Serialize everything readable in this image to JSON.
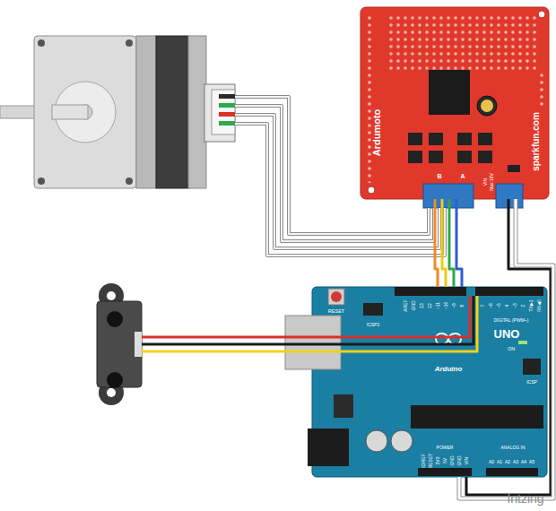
{
  "diagram": {
    "nodes": [
      {
        "text": [
          "Ardumoto",
          "sparkfun.com"
        ]
      },
      {
        "text": [
          "Arduino",
          "UNO"
        ]
      }
    ],
    "edges": [
      {
        "from": 0,
        "to": 1,
        "arrow": "none"
      },
      {
        "from": 0,
        "to": 1,
        "arrow": "none"
      },
      {
        "from": 0,
        "to": 1,
        "arrow": "none"
      },
      {
        "from": 0,
        "to": 1,
        "arrow": "none"
      },
      {
        "from": 0,
        "to": 1,
        "arrow": "none"
      },
      {
        "from": 0,
        "to": 1,
        "arrow": "none"
      }
    ],
    "labels": [
      "RESET",
      "ICSP2",
      "AREF",
      "GND",
      "13",
      "12",
      "~11",
      "~10",
      "~9",
      "8",
      "7",
      "~6",
      "~5",
      "4",
      "~3",
      "2",
      "TX▶1",
      "RX◀0",
      "DIGITAL (PWM~)",
      "ON",
      "ICSP",
      "POWER",
      "ANALOG IN",
      "IOREF",
      "RESET",
      "3V3",
      "5V",
      "GND",
      "GND",
      "VIN",
      "A0",
      "A1",
      "A2",
      "A3",
      "A4",
      "A5",
      "B",
      "A",
      "VIN",
      "Max 18V",
      "fritzing"
    ]
  }
}
